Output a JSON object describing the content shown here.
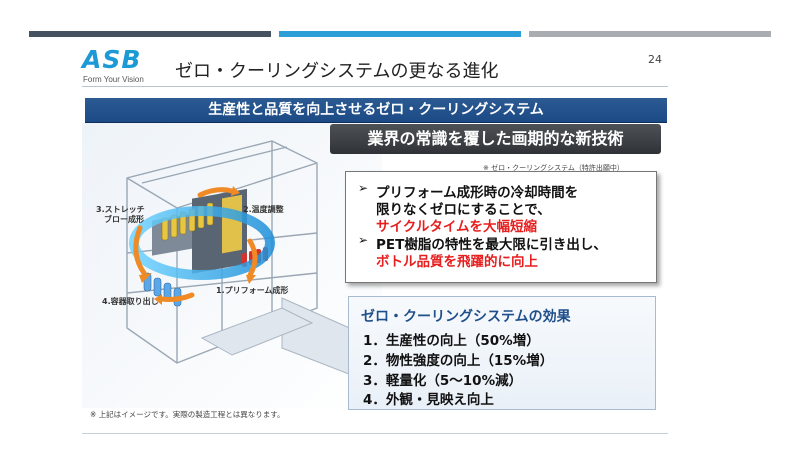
{
  "header": {
    "logo": "ASB",
    "logo_tagline": "Form Your Vision",
    "title": "ゼロ・クーリングシステムの更なる進化",
    "page_number": "24"
  },
  "banner": "生産性と品質を向上させるゼロ・クーリングシステム",
  "diagram": {
    "labels": [
      "3.ストレッチ",
      "ブロー成形",
      "2.温度調整",
      "4.容器取り出し",
      "1.プリフォーム成形"
    ]
  },
  "tech": {
    "heading": "業界の常識を覆した画期的な新技術",
    "patent_note": "※ ゼロ・クーリングシステム（特許出願中）",
    "bullet_mark": "➢",
    "bullet1": [
      "プリフォーム成形時の冷却時間を",
      "限りなくゼロにすることで、",
      "サイクルタイムを大幅短縮"
    ],
    "bullet2": [
      "PET樹脂の特性を最大限に引き出し、",
      "ボトル品質を飛躍的に向上"
    ]
  },
  "effects": {
    "title": "ゼロ・クーリングシステムの効果",
    "items": [
      "1．生産性の向上（50%増）",
      "2．物性強度の向上（15%増）",
      "3．軽量化（5～10%減）",
      "4．外観・見映え向上"
    ]
  },
  "footnote": "※ 上記はイメージです。実際の製造工程とは異なります。",
  "colors": {
    "accent_blue": "#2c9fd9",
    "banner_navy": "#1b4a85",
    "highlight_red": "#e61e1e"
  }
}
